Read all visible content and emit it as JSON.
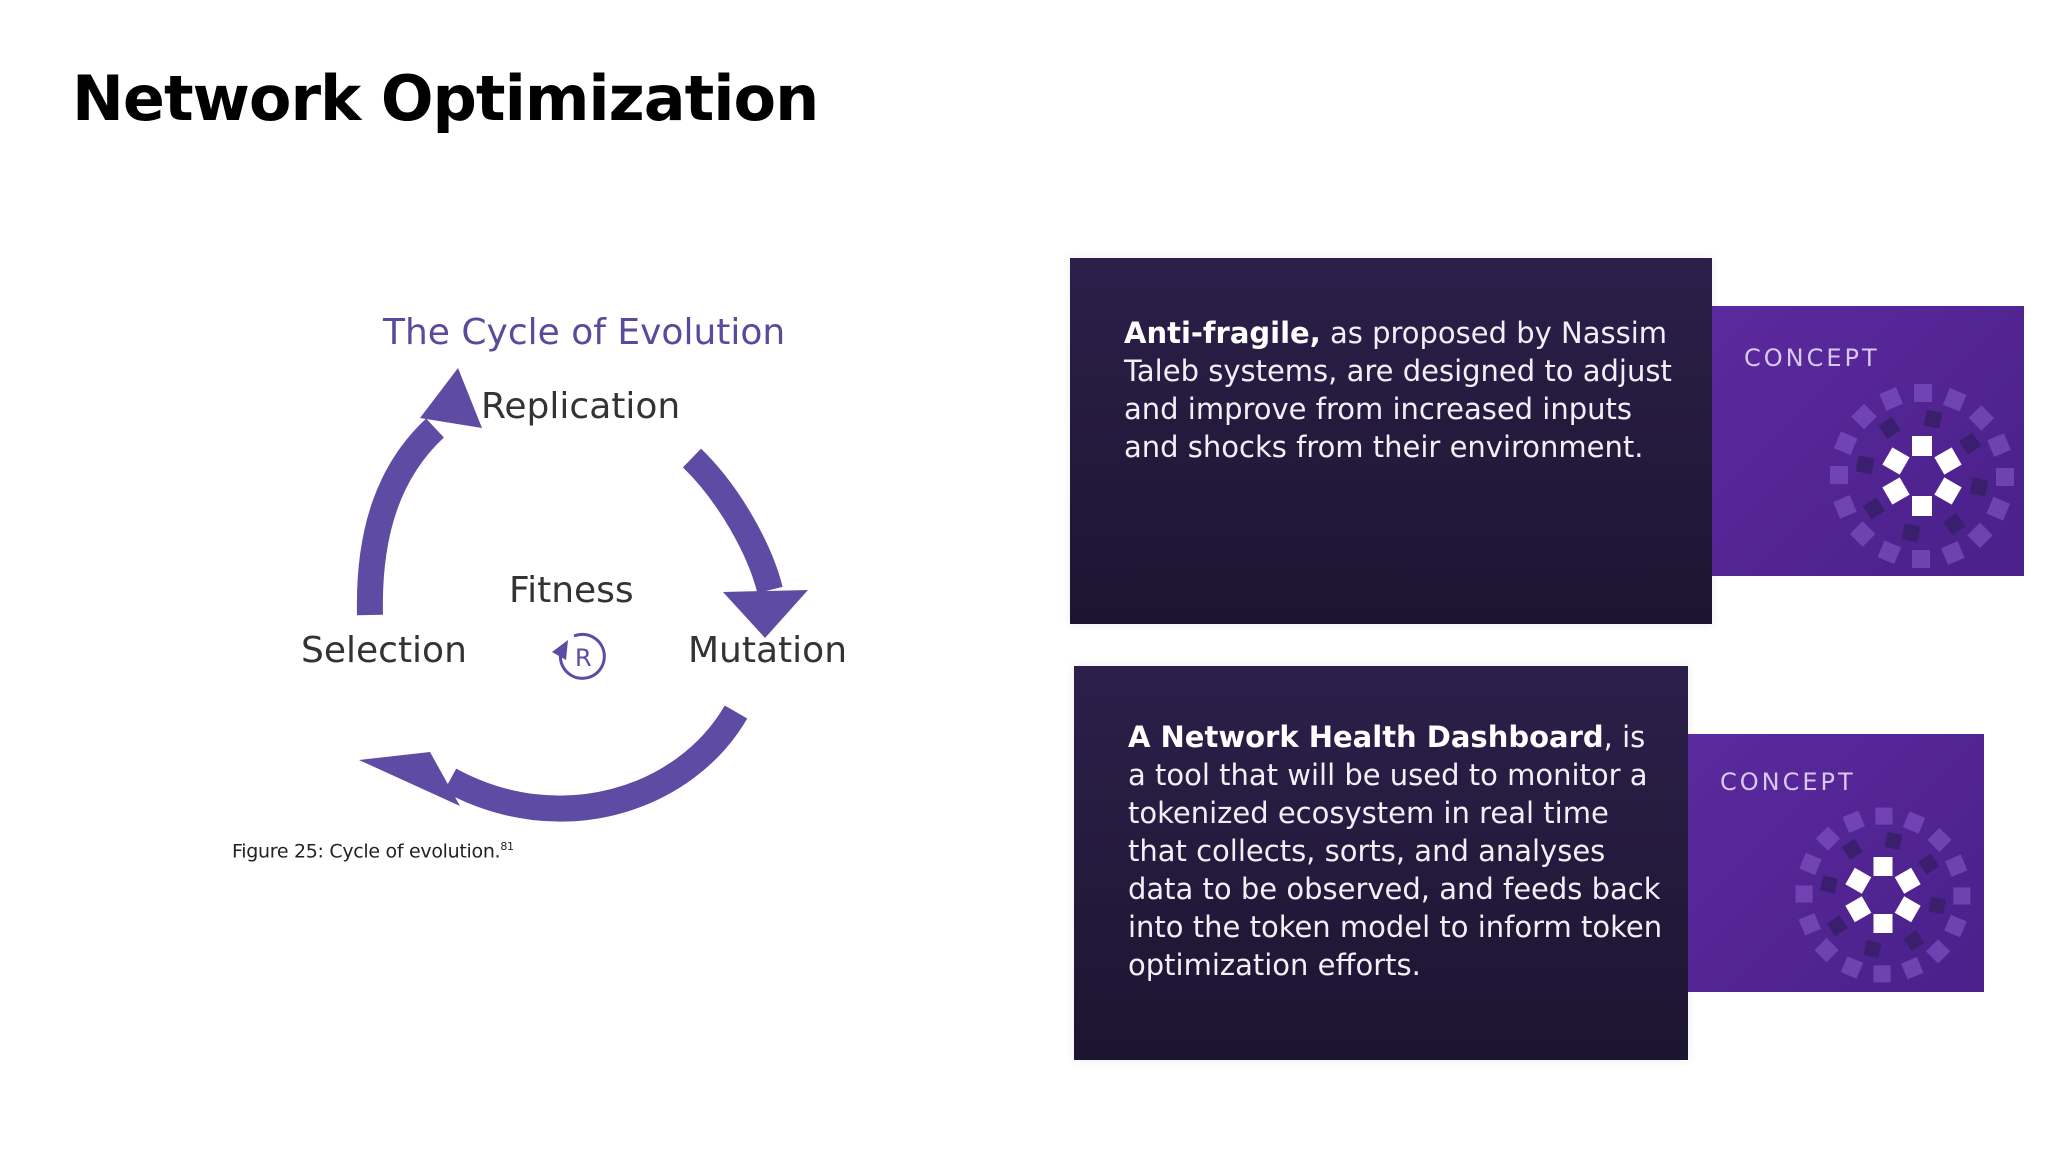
{
  "slide": {
    "title": "Network Optimization"
  },
  "diagram": {
    "title": "The Cycle of Evolution",
    "nodes": {
      "replication": "Replication",
      "mutation": "Mutation",
      "selection": "Selection",
      "center": "Fitness"
    },
    "center_symbol": "R",
    "caption": "Figure 25: Cycle of evolution.",
    "caption_ref": "81",
    "colors": {
      "arrow": "#5e4ba3",
      "title": "#5b4a9b"
    }
  },
  "cards": [
    {
      "lead": "Anti-fragile,",
      "body": " as proposed by Nassim Taleb systems, are designed to adjust and improve from increased inputs and shocks from their environment.",
      "tag": "CONCEPT"
    },
    {
      "lead": "A Network Health Dashboard",
      "body": ", is a tool that will be used to monitor a tokenized ecosystem in real time that collects, sorts, and analyses data to be observed, and feeds back into the token model to inform token optimization efforts.",
      "tag": "CONCEPT"
    }
  ],
  "colors": {
    "card_bg": "#241a3d",
    "tag_bg": "#5226a0",
    "pattern": "#ffffff"
  }
}
